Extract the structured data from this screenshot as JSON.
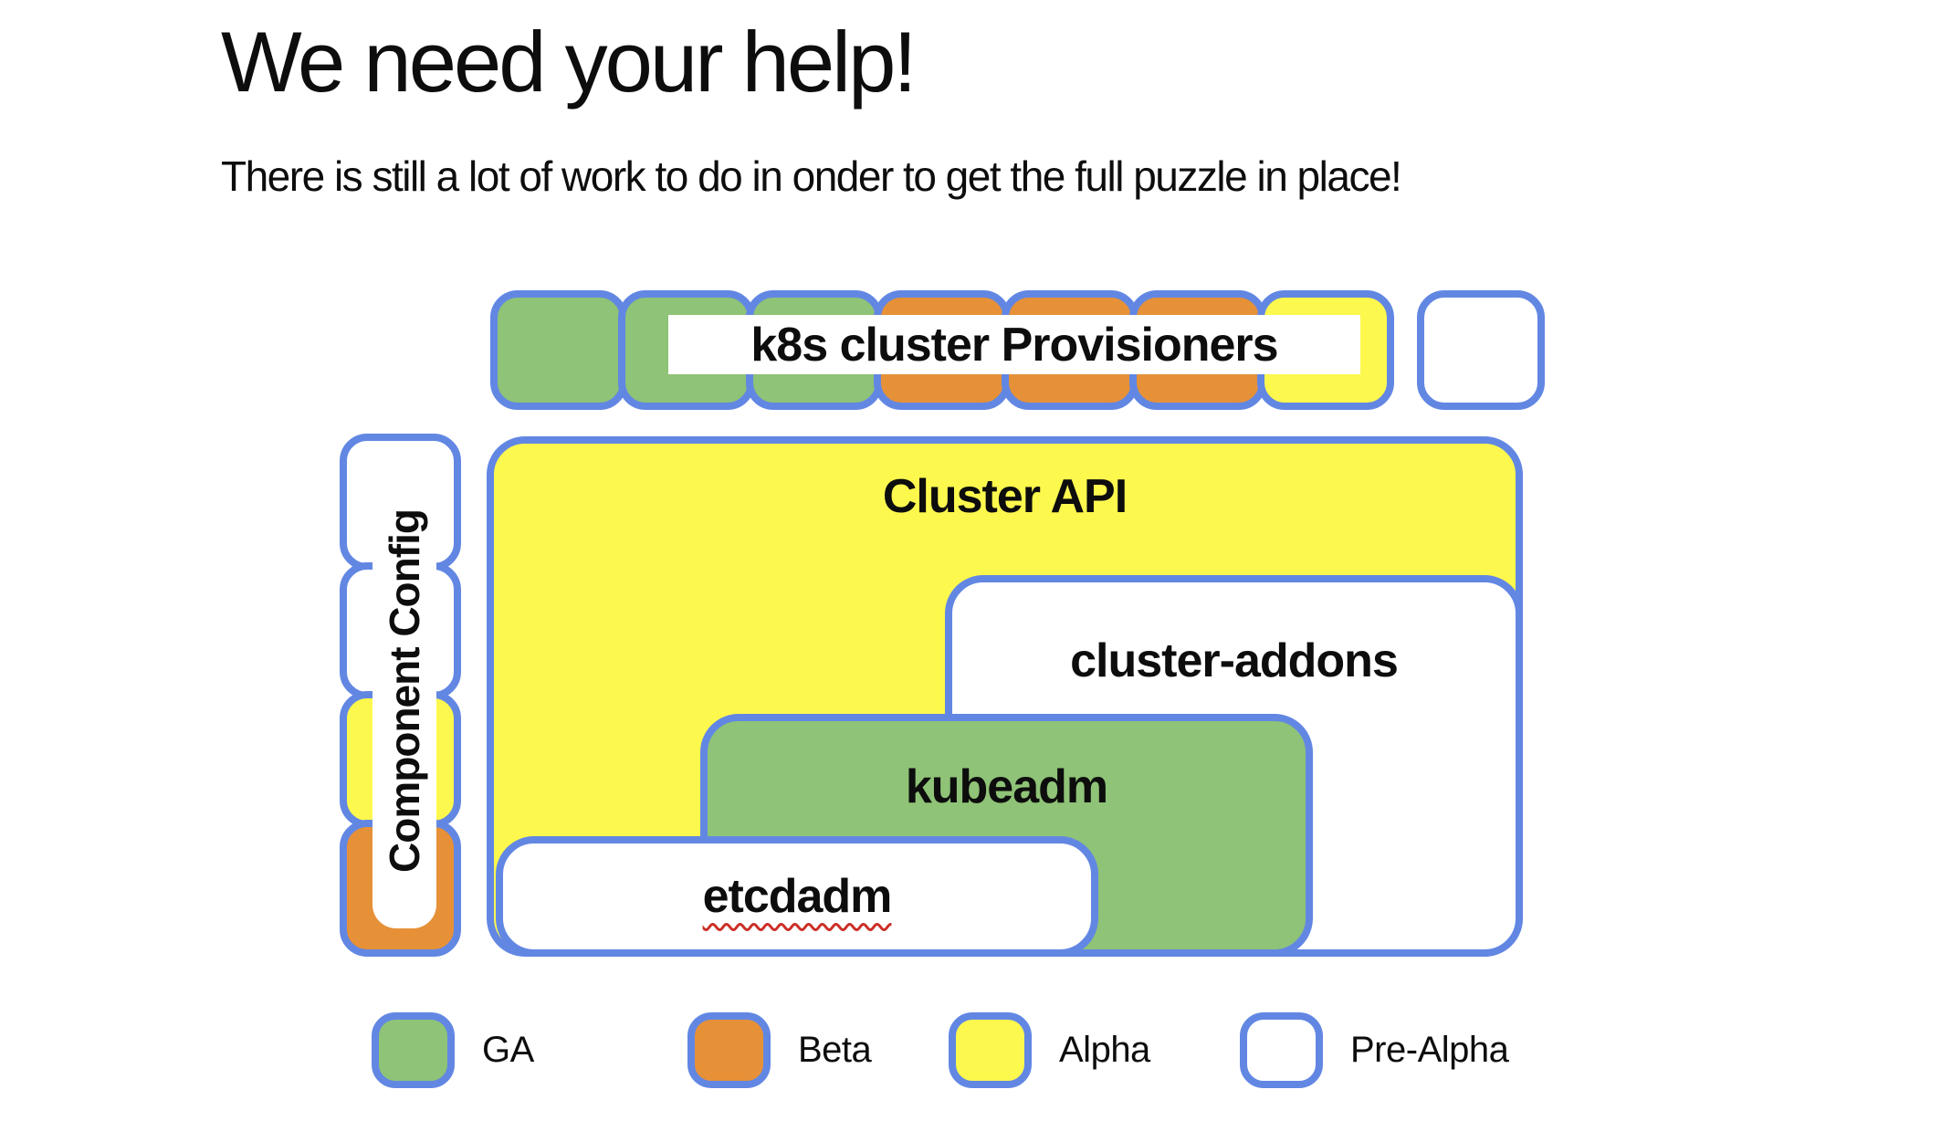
{
  "page": {
    "title": "We need your help!",
    "subtitle": "There is still a lot of work to do in onder to get the full puzzle in place!"
  },
  "colors": {
    "ga_green": "#8fc377",
    "beta_orange": "#e69138",
    "alpha_yellow": "#fdf84e",
    "prealpha_white": "#ffffff",
    "border_blue": "#6287e3",
    "squiggle_red": "#cc2f27",
    "text_black": "#0d0d0d"
  },
  "diagram": {
    "provisioners_row": {
      "label": "k8s cluster Provisioners",
      "pieces": [
        "ga",
        "ga",
        "ga",
        "beta",
        "beta",
        "beta",
        "alpha",
        "prealpha"
      ]
    },
    "component_config": {
      "label": "Component Config",
      "pieces": [
        "prealpha",
        "prealpha",
        "alpha",
        "beta"
      ]
    },
    "boxes": [
      {
        "id": "cluster-api",
        "label": "Cluster API",
        "status": "alpha"
      },
      {
        "id": "cluster-addons",
        "label": "cluster-addons",
        "status": "prealpha"
      },
      {
        "id": "kubeadm",
        "label": "kubeadm",
        "status": "ga"
      },
      {
        "id": "etcdadm",
        "label": "etcdadm",
        "status": "prealpha",
        "spellcheck_underline": true
      }
    ]
  },
  "legend": {
    "items": [
      {
        "label": "GA",
        "status": "ga"
      },
      {
        "label": "Beta",
        "status": "beta"
      },
      {
        "label": "Alpha",
        "status": "alpha"
      },
      {
        "label": "Pre-Alpha",
        "status": "prealpha"
      }
    ]
  }
}
